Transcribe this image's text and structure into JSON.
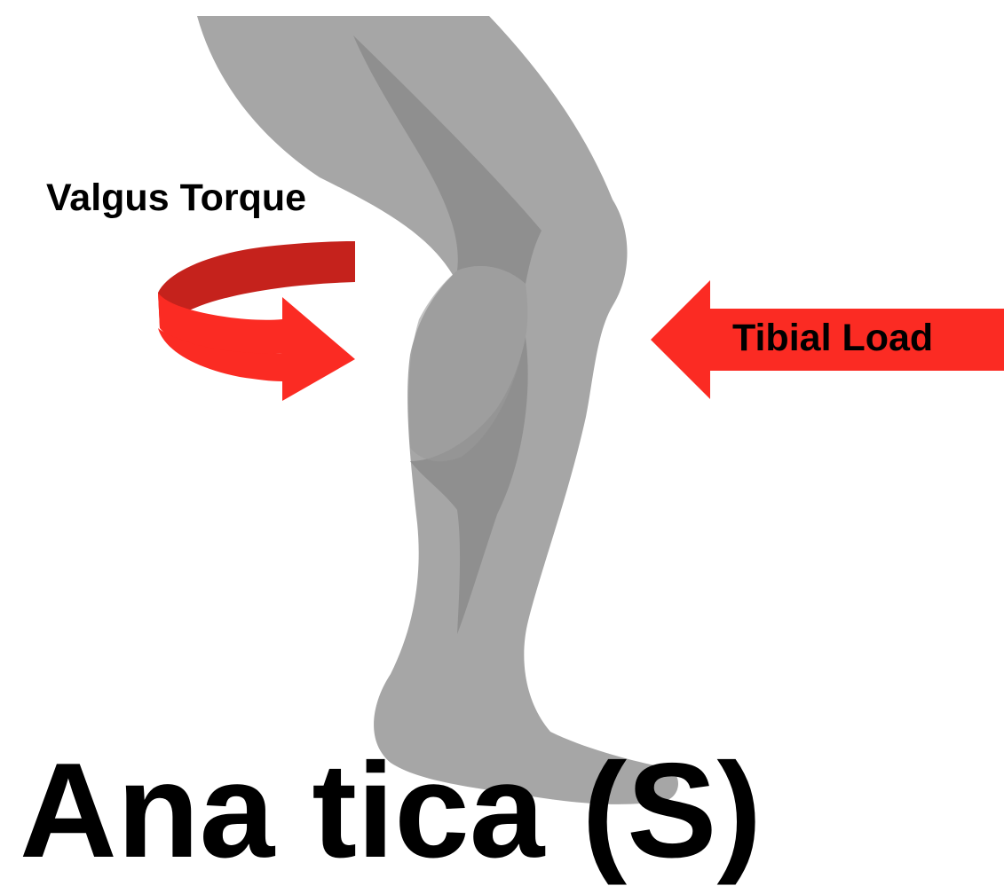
{
  "labels": {
    "valgus_torque": "Valgus Torque",
    "tibial_load": "Tibial Load",
    "caption_partial": "Ana     tica (S)"
  },
  "colors": {
    "background": "#ffffff",
    "leg_base": "#a6a6a6",
    "leg_shade": "#8f8f8f",
    "arrow_red": "#fb2b23",
    "arrow_red_dark": "#c5221c",
    "text": "#000000"
  },
  "icons": {
    "leg": "leg-silhouette",
    "torque_arrow": "curved-arrow-icon",
    "load_arrow": "arrow-left-icon"
  }
}
